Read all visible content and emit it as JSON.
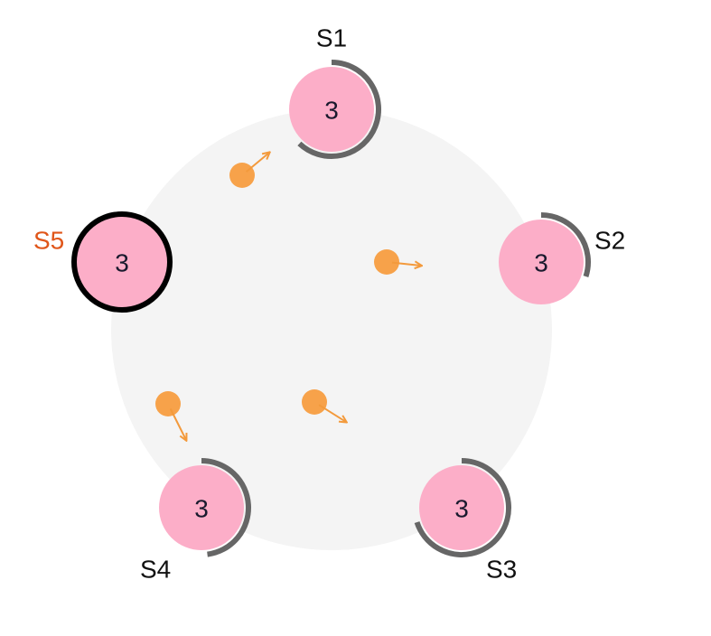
{
  "colors": {
    "ring": "#f4f4f4",
    "server_fill": "#fcaec8",
    "progress_arc": "#666666",
    "leader_border": "#000000",
    "leader_label": "#e0561a",
    "label": "#111111",
    "message": "#f7a24a",
    "message_arrow": "#f39a3c"
  },
  "servers": [
    {
      "id": "S1",
      "label": "S1",
      "term": "3",
      "leader": false,
      "timeout_progress": 0.62
    },
    {
      "id": "S2",
      "label": "S2",
      "term": "3",
      "leader": false,
      "timeout_progress": 0.3
    },
    {
      "id": "S3",
      "label": "S3",
      "term": "3",
      "leader": false,
      "timeout_progress": 0.7
    },
    {
      "id": "S4",
      "label": "S4",
      "term": "3",
      "leader": false,
      "timeout_progress": 0.48
    },
    {
      "id": "S5",
      "label": "S5",
      "term": "3",
      "leader": true,
      "timeout_progress": 0
    }
  ],
  "messages": [
    {
      "from": "S5",
      "to": "S1"
    },
    {
      "from": "S5",
      "to": "S2"
    },
    {
      "from": "S5",
      "to": "S3"
    },
    {
      "from": "S5",
      "to": "S4"
    }
  ]
}
